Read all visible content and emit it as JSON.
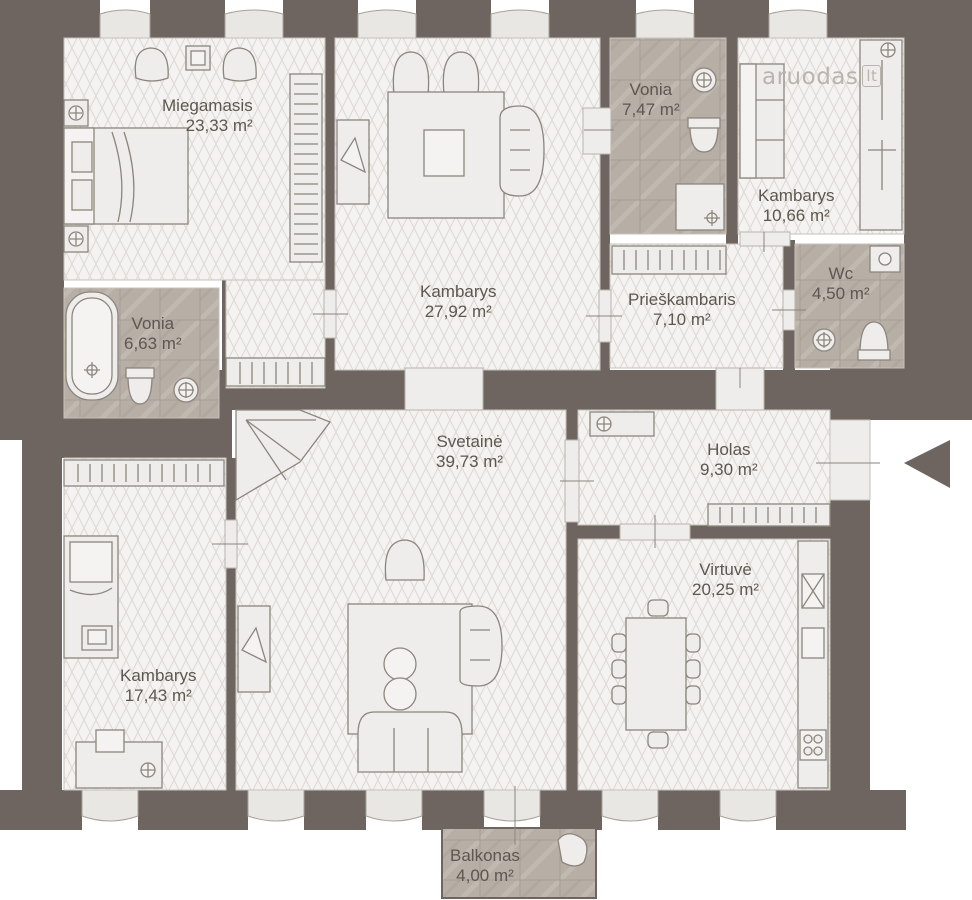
{
  "watermark": {
    "brand": "aruodas",
    "tld": "lt"
  },
  "colors": {
    "wall": "#6e6560",
    "floor": "#f4f3f1",
    "parquet_line": "#dcd8d3",
    "tile": "#b5aca4",
    "furniture_fill": "#eeedeb",
    "furniture_stroke": "#8c857e",
    "text": "#5e574f"
  },
  "rooms": {
    "miegamasis": {
      "name": "Miegamasis",
      "area": "23,33 m²"
    },
    "vonia_left": {
      "name": "Vonia",
      "area": "6,63 m²"
    },
    "kambarys_center": {
      "name": "Kambarys",
      "area": "27,92 m²"
    },
    "vonia_top": {
      "name": "Vonia",
      "area": "7,47 m²"
    },
    "kambarys_top_right": {
      "name": "Kambarys",
      "area": "10,66 m²"
    },
    "prieskambaris": {
      "name": "Prieškambaris",
      "area": "7,10 m²"
    },
    "wc": {
      "name": "Wc",
      "area": "4,50 m²"
    },
    "svetaine": {
      "name": "Svetainė",
      "area": "39,73 m²"
    },
    "holas": {
      "name": "Holas",
      "area": "9,30 m²"
    },
    "kambarys_bottom_left": {
      "name": "Kambarys",
      "area": "17,43 m²"
    },
    "virtuve": {
      "name": "Virtuvė",
      "area": "20,25 m²"
    },
    "balkonas": {
      "name": "Balkonas",
      "area": "4,00 m²"
    }
  },
  "icons": {
    "entrance": "entrance-arrow-icon",
    "compass": "logo-icon"
  }
}
